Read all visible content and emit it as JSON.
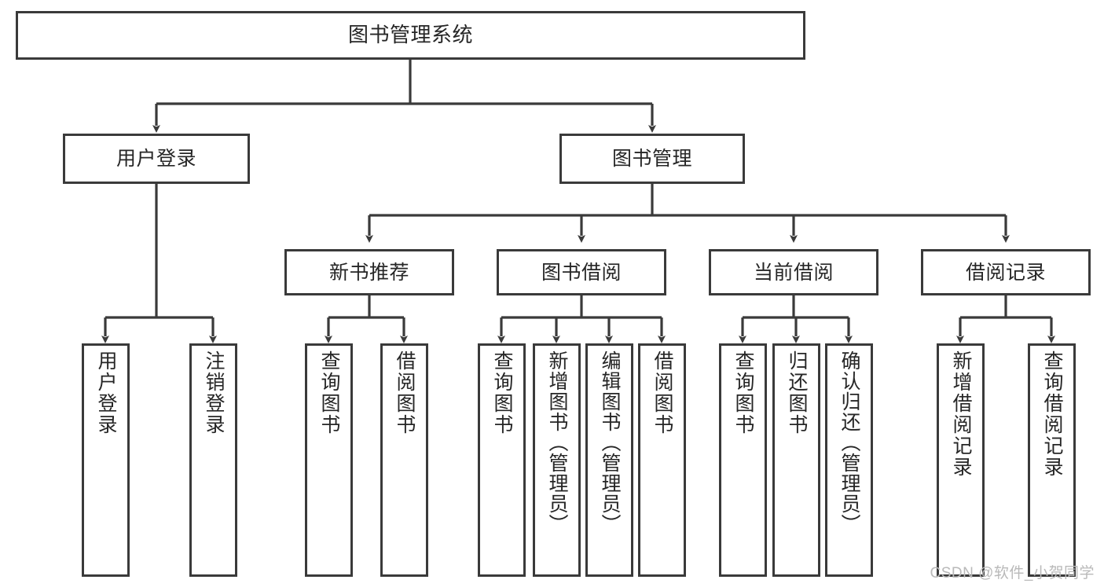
{
  "diagram": {
    "title": "图书管理系统",
    "type": "hierarchy-tree",
    "line_color": "#3a3a3a",
    "box_fill": "#ffffff",
    "text_color": "#262626",
    "watermark": "CSDN @软件_小贺同学"
  },
  "nodes": {
    "root": {
      "label": "图书管理系统"
    },
    "level2": [
      {
        "label": "用户登录"
      },
      {
        "label": "图书管理"
      }
    ],
    "level3": [
      {
        "label": "新书推荐"
      },
      {
        "label": "图书借阅"
      },
      {
        "label": "当前借阅"
      },
      {
        "label": "借阅记录"
      }
    ],
    "leaves": {
      "user_login": [
        {
          "label": "用户登录"
        },
        {
          "label": "注销登录"
        }
      ],
      "new_book": [
        {
          "label": "查询图书"
        },
        {
          "label": "借阅图书"
        }
      ],
      "book_borrow": [
        {
          "label": "查询图书"
        },
        {
          "label": "新增图书（管理员）"
        },
        {
          "label": "编辑图书（管理员）"
        },
        {
          "label": "借阅图书"
        }
      ],
      "current_borrow": [
        {
          "label": "查询图书"
        },
        {
          "label": "归还图书"
        },
        {
          "label": "确认归还（管理员）"
        }
      ],
      "borrow_record": [
        {
          "label": "新增借阅记录"
        },
        {
          "label": "查询借阅记录"
        }
      ]
    }
  }
}
